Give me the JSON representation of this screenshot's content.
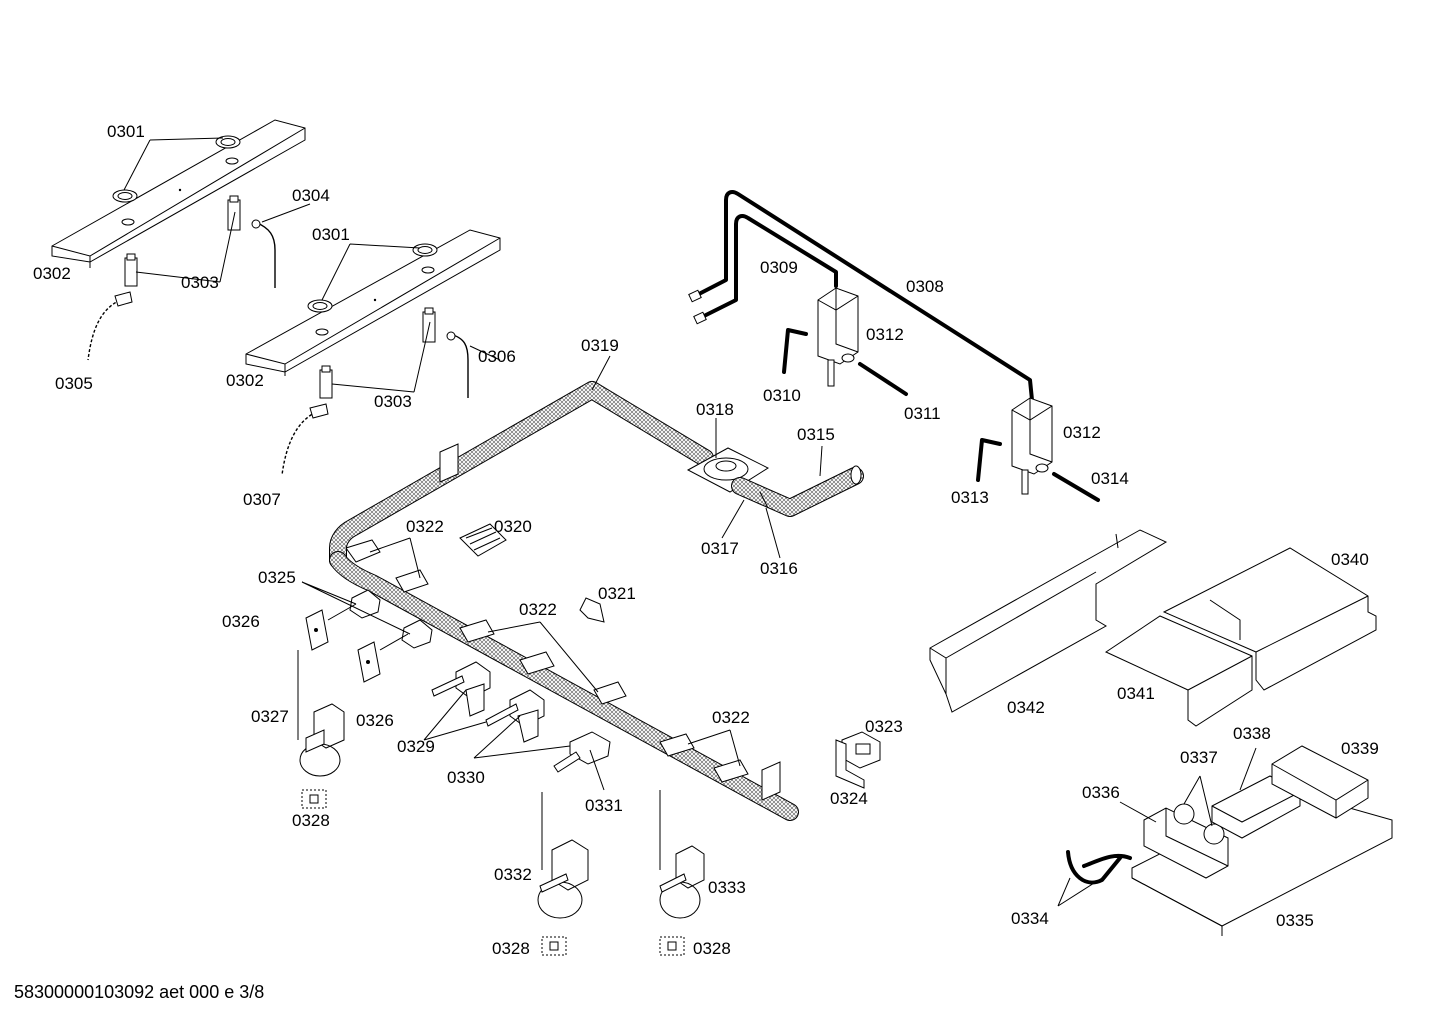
{
  "labels": {
    "l0301a": "0301",
    "l0302a": "0302",
    "l0303a": "0303",
    "l0304": "0304",
    "l0305": "0305",
    "l0301b": "0301",
    "l0302b": "0302",
    "l0303b": "0303",
    "l0306": "0306",
    "l0307": "0307",
    "l0308": "0308",
    "l0309": "0309",
    "l0310": "0310",
    "l0311": "0311",
    "l0312a": "0312",
    "l0312b": "0312",
    "l0313": "0313",
    "l0314": "0314",
    "l0315": "0315",
    "l0316": "0316",
    "l0317": "0317",
    "l0318": "0318",
    "l0319": "0319",
    "l0320": "0320",
    "l0321": "0321",
    "l0322a": "0322",
    "l0322b": "0322",
    "l0322c": "0322",
    "l0323": "0323",
    "l0324": "0324",
    "l0325": "0325",
    "l0326a": "0326",
    "l0326b": "0326",
    "l0327": "0327",
    "l0328a": "0328",
    "l0328b": "0328",
    "l0328c": "0328",
    "l0329": "0329",
    "l0330": "0330",
    "l0331": "0331",
    "l0332": "0332",
    "l0333": "0333",
    "l0334": "0334",
    "l0335": "0335",
    "l0336": "0336",
    "l0337": "0337",
    "l0338": "0338",
    "l0339": "0339",
    "l0340": "0340",
    "l0341": "0341",
    "l0342": "0342"
  },
  "footer": "58300000103092 aet 000 e 3/8"
}
